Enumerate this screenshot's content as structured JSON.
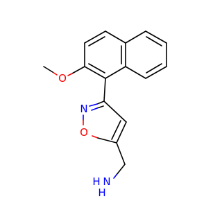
{
  "structure": {
    "atom_labels": {
      "methoxy_oxygen": "O",
      "ring_nitrogen": "N",
      "ring_oxygen": "O",
      "amine_n": "N",
      "amine_h": "H",
      "amine_h2": "H"
    },
    "colors": {
      "bond": "#000000",
      "oxygen": "#ff0000",
      "nitrogen": "#0000ff",
      "background": "#ffffff"
    }
  }
}
